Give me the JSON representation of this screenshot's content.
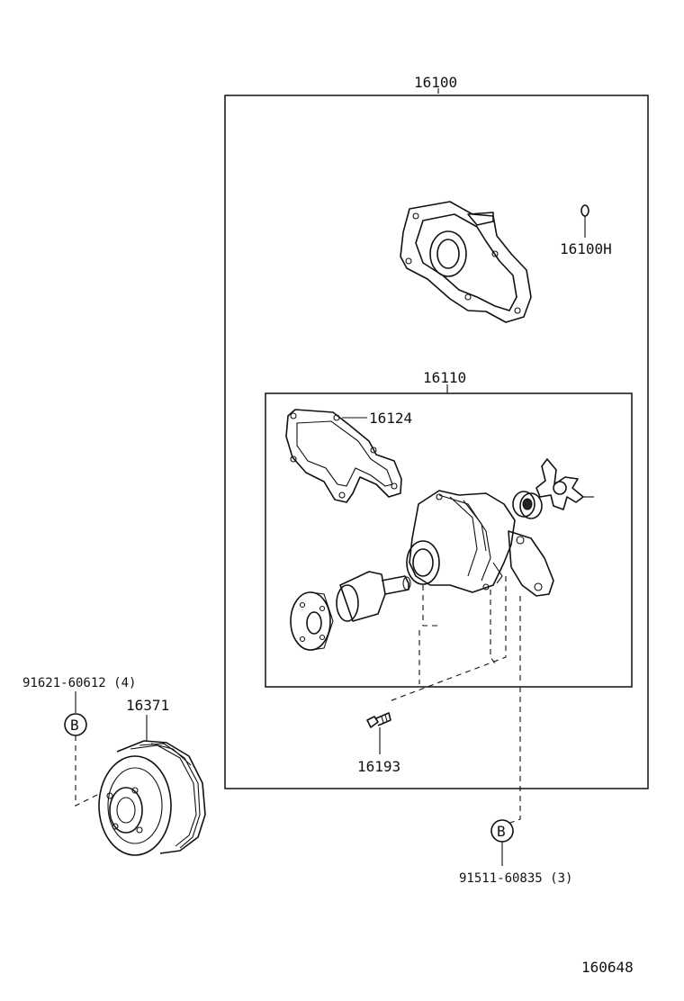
{
  "labels": {
    "assembly": "16100",
    "water_inlet_gasket": "16100H",
    "pump_sub_assy": "16110",
    "pump_gasket": "16124",
    "stud_bolt": "16193",
    "pulley": "16371",
    "bolt_pulley": "91621-60612 (4)",
    "bolt_pump": "91511-60835 (3)",
    "ref_b_left": "B",
    "ref_b_right": "B",
    "diagram_number": "160648"
  }
}
